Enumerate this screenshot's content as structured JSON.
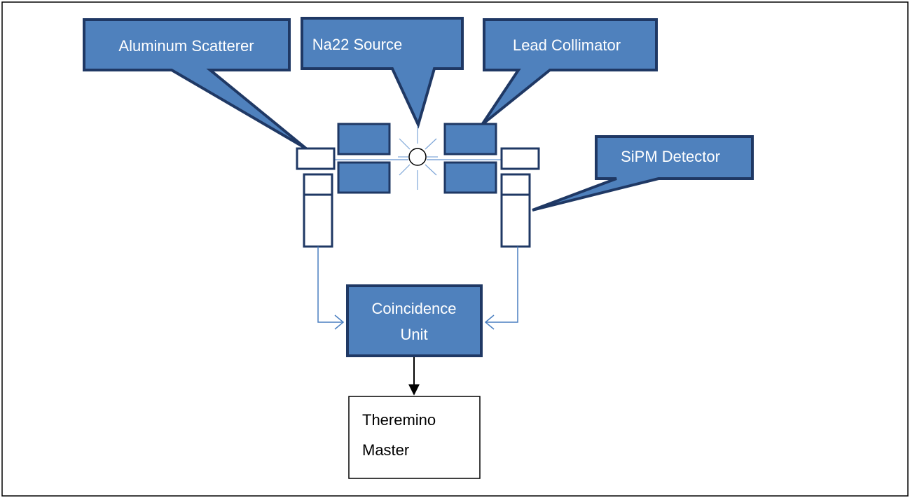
{
  "labels": {
    "aluminum_scatterer": "Aluminum Scatterer",
    "na22_source": "Na22 Source",
    "lead_collimator": "Lead Collimator",
    "sipm_detector": "SiPM Detector",
    "coincidence_unit_line1": "Coincidence",
    "coincidence_unit_line2": "Unit",
    "theremino_master_line1": "Theremino",
    "theremino_master_line2": "Master"
  },
  "colors": {
    "callout_fill": "#4f81bd",
    "callout_stroke": "#1f3864",
    "component_stroke": "#1f3864",
    "ray_color": "#7ea6d8",
    "signal_line": "#4a7fc1",
    "output_arrow": "#000000",
    "frame": "#000000"
  }
}
